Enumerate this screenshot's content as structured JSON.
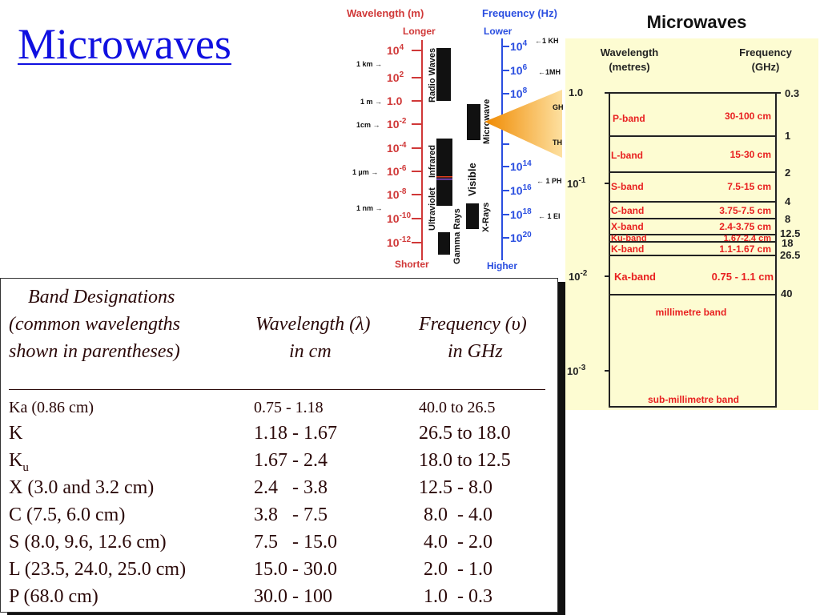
{
  "slide_title": "Microwaves",
  "spectrum": {
    "wavelength_title": "Wavelength (m)",
    "frequency_title": "Frequency (Hz)",
    "longer": "Longer",
    "shorter": "Shorter",
    "lower": "Lower",
    "higher": "Higher",
    "wavelength_ticks": [
      {
        "base": "10",
        "exp": "4"
      },
      {
        "base": "10",
        "exp": "2"
      },
      {
        "base": "1.0",
        "exp": ""
      },
      {
        "base": "10",
        "exp": "-2"
      },
      {
        "base": "10",
        "exp": "-4"
      },
      {
        "base": "10",
        "exp": "-6"
      },
      {
        "base": "10",
        "exp": "-8"
      },
      {
        "base": "10",
        "exp": "-10"
      },
      {
        "base": "10",
        "exp": "-12"
      }
    ],
    "wavelength_markers": [
      "1 km →",
      "1 m →",
      "1cm →",
      "1 µm →",
      "1 nm →"
    ],
    "frequency_ticks": [
      {
        "base": "10",
        "exp": "4"
      },
      {
        "base": "10",
        "exp": "6"
      },
      {
        "base": "10",
        "exp": "8"
      },
      {
        "base": "10",
        "exp": "14"
      },
      {
        "base": "10",
        "exp": "16"
      },
      {
        "base": "10",
        "exp": "18"
      },
      {
        "base": "10",
        "exp": "20"
      }
    ],
    "frequency_markers": [
      "←1 KH",
      "←1MH",
      "GH",
      "TH",
      "← 1 PH",
      "← 1 EI"
    ],
    "regions": [
      "Radio Waves",
      "Microwave",
      "Infrared",
      "Ultraviolet",
      "Visible",
      "X-Rays",
      "Gamma Rays"
    ],
    "colors": {
      "wavelength": "#d03838",
      "frequency": "#2a4ee0",
      "arrow": "#f5a020"
    }
  },
  "band_chart": {
    "title": "Microwaves",
    "wavelength_header": [
      "Wavelength",
      "(metres)"
    ],
    "frequency_header": [
      "Frequency",
      "(GHz)"
    ],
    "wavelength_ticks": [
      {
        "base": "1.0",
        "exp": ""
      },
      {
        "base": "10",
        "exp": "-1"
      },
      {
        "base": "10",
        "exp": "-2"
      },
      {
        "base": "10",
        "exp": "-3"
      }
    ],
    "frequency_ticks": [
      "0.3",
      "1",
      "2",
      "4",
      "8",
      "12.5",
      "18",
      "26.5",
      "40"
    ],
    "bands": [
      {
        "name": "P-band",
        "range": "30-100 cm"
      },
      {
        "name": "L-band",
        "range": "15-30 cm"
      },
      {
        "name": "S-band",
        "range": "7.5-15 cm"
      },
      {
        "name": "C-band",
        "range": "3.75-7.5 cm"
      },
      {
        "name": "X-band",
        "range": "2.4-3.75 cm"
      },
      {
        "name": "Ku-band",
        "range": "1.67-2.4 cm"
      },
      {
        "name": "K-band",
        "range": "1.1-1.67 cm"
      },
      {
        "name": "Ka-band",
        "range": "0.75 - 1.1 cm"
      }
    ],
    "millimetre": "millimetre band",
    "sub_millimetre": "sub-millimetre band",
    "colors": {
      "background": "#fdfcd2",
      "band_text": "#e82020"
    }
  },
  "table": {
    "header_col1": [
      "Band Designations",
      "(common wavelengths",
      "shown in parentheses)"
    ],
    "header_col2": [
      "Wavelength (λ)",
      "in cm"
    ],
    "header_col3": [
      "Frequency (υ)",
      "in GHz"
    ],
    "rows": [
      {
        "band": "Ka (0.86 cm)",
        "band_sub": "",
        "wavelength": "0.75 - 1.18",
        "frequency": "40.0 to 26.5"
      },
      {
        "band": "K",
        "band_sub": "",
        "wavelength": "1.18 - 1.67",
        "frequency": "26.5 to 18.0"
      },
      {
        "band": "K",
        "band_sub": "u",
        "wavelength": "1.67 - 2.4",
        "frequency": "18.0 to 12.5"
      },
      {
        "band": "X (3.0 and 3.2 cm)",
        "band_sub": "",
        "wavelength": "2.4   - 3.8",
        "frequency": "12.5 - 8.0"
      },
      {
        "band": "C (7.5, 6.0 cm)",
        "band_sub": "",
        "wavelength": "3.8   - 7.5",
        "frequency": " 8.0  - 4.0"
      },
      {
        "band": "S (8.0, 9.6, 12.6 cm)",
        "band_sub": "",
        "wavelength": "7.5   - 15.0",
        "frequency": " 4.0  - 2.0"
      },
      {
        "band": "L (23.5, 24.0, 25.0 cm)",
        "band_sub": "",
        "wavelength": "15.0 - 30.0",
        "frequency": " 2.0  - 1.0"
      },
      {
        "band": "P (68.0 cm)",
        "band_sub": "",
        "wavelength": "30.0 - 100",
        "frequency": " 1.0  - 0.3"
      }
    ]
  }
}
